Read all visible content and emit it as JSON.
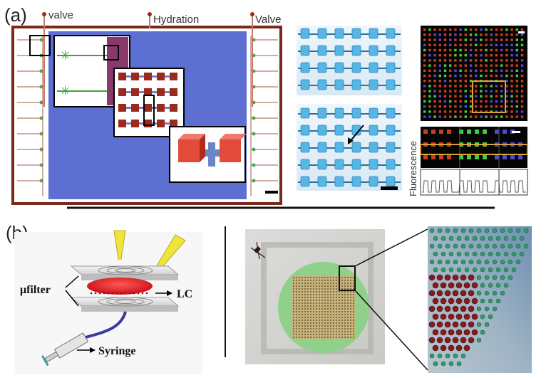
{
  "panel_a": {
    "label": "(a)",
    "chip_labels": {
      "valve_left": "valve",
      "hydration": "Hydration",
      "valve_right": "Valve"
    },
    "fluorescence_label": "Fluorescence"
  },
  "panel_b": {
    "label": "(b)",
    "device_labels": {
      "filter": "μfilter",
      "lc": "LC",
      "syringe": "Syringe"
    }
  },
  "colors": {
    "chip_border": "#7a2a1c",
    "chip_fill": "#5d6fd0",
    "chamber_red": "#9b2a1c",
    "micro_blue": "#57b6e6",
    "fluor_red": "#c8401e",
    "fluor_green": "#3ed13e",
    "fluor_blue": "#4a4ad8",
    "highlight_gold": "#d9a23a",
    "disk_green": "#8fd18a",
    "lc_red": "#e01a22",
    "tip_yellow": "#f0e43a"
  }
}
